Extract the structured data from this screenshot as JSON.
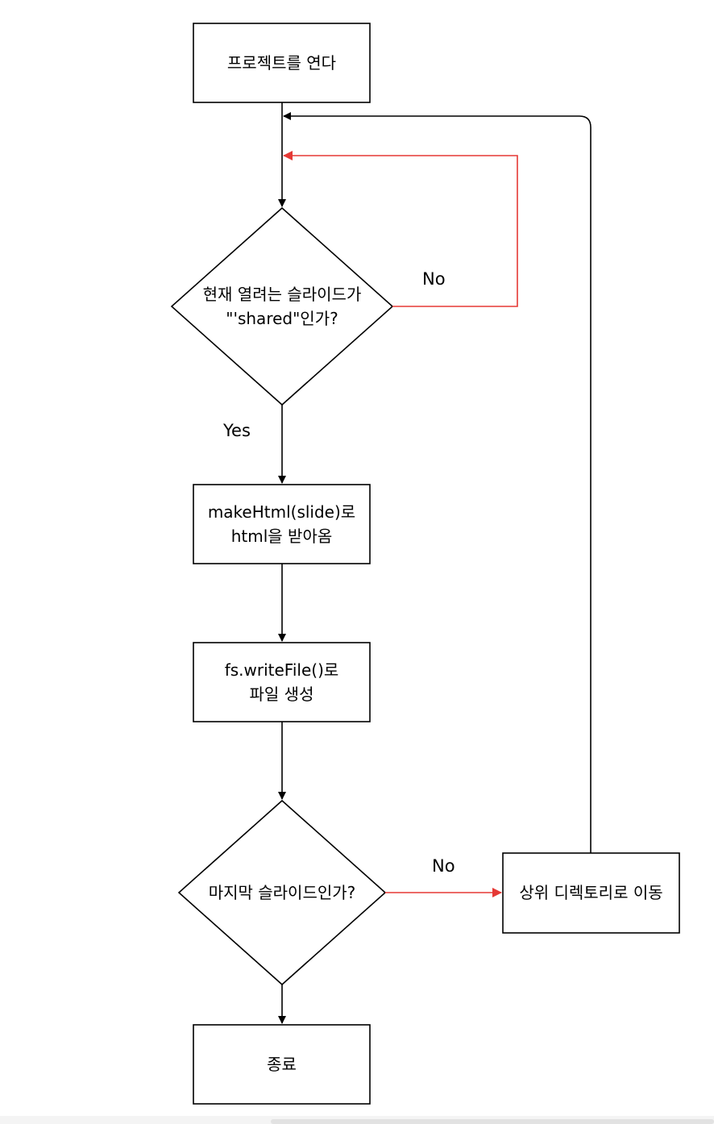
{
  "nodes": {
    "start": "프로젝트를 연다",
    "check_shared_line1": "현재 열려는 슬라이드가",
    "check_shared_line2": "\"'shared\"인가?",
    "make_html_line1": "makeHtml(slide)로",
    "make_html_line2": "html을 받아옴",
    "write_file_line1": "fs.writeFile()로",
    "write_file_line2": "파일 생성",
    "check_last": "마지막 슬라이드인가?",
    "move_up": "상위 디렉토리로 이동",
    "end": "종료"
  },
  "edges": {
    "no_shared": "No",
    "yes_shared": "Yes",
    "no_last": "No"
  },
  "colors": {
    "line": "#000000",
    "no_line": "#e53935"
  }
}
